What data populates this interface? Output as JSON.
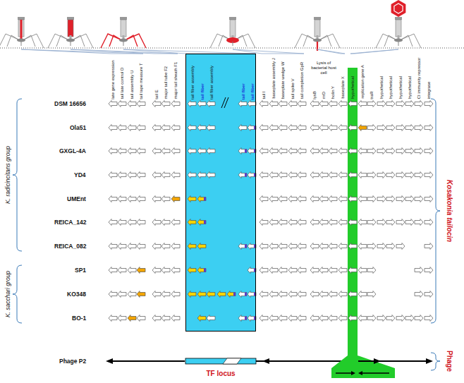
{
  "diagram": {
    "nodes": [
      {
        "text": [
          "tail fiber assembly",
          "tail fiber",
          "tail fiber assembly",
          "tail fiber",
          "tail fiber"
        ]
      },
      {
        "text": [
          "hypothetical"
        ]
      }
    ],
    "labels": [
      "late gene expression",
      "tail late control D",
      "tail assembly U",
      "tail tape measure T",
      "tail E",
      "major tail tube F2",
      "major tail sheath F1",
      "tail I",
      "baseplate assembly J",
      "baseplate wedge W",
      "tail spike V",
      "tail completion GpR",
      "lysB",
      "rrrD",
      "holin Y",
      "baseplate X",
      "Lysis of bacterial host cell",
      "replication gene A",
      "traR",
      "hypothetical",
      "hypothetical",
      "hypothetical",
      "hypothetical",
      "CI immunity repressor",
      "integrase",
      "DSM 16656",
      "Ola51",
      "GXGL-4A",
      "YD4",
      "UMEnt",
      "REICA_142",
      "REICA_082",
      "SP1",
      "KO348",
      "BO-1",
      "K. radicincitans group",
      "K. sacchari group",
      "Kosakonia tailocin",
      "Phage P2",
      "TF locus",
      "Phage"
    ]
  }
}
